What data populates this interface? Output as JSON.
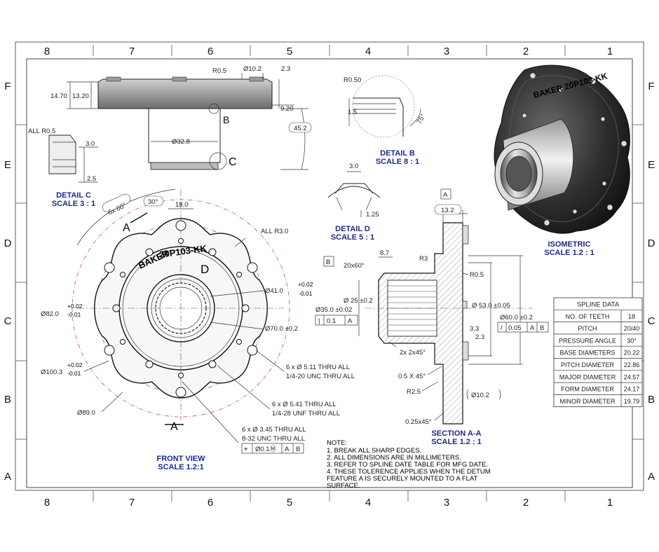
{
  "zones_top": [
    "8",
    "7",
    "6",
    "5",
    "4",
    "3",
    "2",
    "1"
  ],
  "zones_bottom": [
    "8",
    "7",
    "6",
    "5",
    "4",
    "3",
    "2",
    "1"
  ],
  "zones_left": [
    "F",
    "E",
    "D",
    "C",
    "B",
    "A"
  ],
  "zones_right": [
    "F",
    "E",
    "D",
    "C",
    "B",
    "A"
  ],
  "top_view": {
    "dims": {
      "r05": "R0.5",
      "d102": "Ø10.2",
      "d23": "2.3",
      "h1470": "14.70",
      "h1320": "13.20",
      "d920": "9.20",
      "d452": "45.2",
      "d328": "Ø32.8"
    },
    "callout_b": "B",
    "callout_c": "C"
  },
  "detail_c": {
    "all_r": "ALL R0.5",
    "d30": "3.0",
    "d25": "2.5",
    "title": "DETAIL C",
    "scale": "SCALE 3 : 1"
  },
  "detail_b": {
    "r050": "R0.50",
    "d15": "1.5",
    "a75": "75°",
    "title": "DETAIL B",
    "scale": "SCALE 8 : 1"
  },
  "detail_d": {
    "d30": "3.0",
    "d125": "1.25",
    "title": "DETAIL D",
    "scale": "SCALE 5 : 1"
  },
  "front_view": {
    "a_top": "A",
    "a_bottom": "A",
    "callout_d": "D",
    "engraving": "20P103-KK",
    "brand": "BAKER",
    "d6x60": "6x 60°",
    "d30deg": "30°",
    "d180": "18.0",
    "all_r3": "ALL R3.0",
    "d410": "Ø41.0",
    "d410_tol_up": "+0.02",
    "d410_tol_dn": "-0.01",
    "d820": "Ø82.0",
    "d820_tol_up": "+0.02",
    "d820_tol_dn": "-0.01",
    "d700": "Ø70.0 ±0.2",
    "d1003": "Ø100.3",
    "d1003_tol_up": "+0.02",
    "d1003_tol_dn": "-0.01",
    "d890": "Ø89.0",
    "hole1_a": "6 x Ø 5.11 THRU ALL",
    "hole1_b": "1/4-20 UNC THRU ALL",
    "hole2_a": "6 x Ø 5.41 THRU ALL",
    "hole2_b": "1/4-28 UNF THRU ALL",
    "hole3_a": "6 x Ø 3.45 THRU ALL",
    "hole3_b": "8-32 UNC THRU ALL",
    "fcf": [
      "⌖",
      "Ø0.1Ⓜ",
      "A",
      "B"
    ],
    "title": "FRONT VIEW",
    "scale": "SCALE 1.2:1"
  },
  "section": {
    "datum_a": "A",
    "d132": "13.2",
    "datum_b": "B",
    "d20x60": "20x60°",
    "d87": "8.7",
    "r3": "R3",
    "r05": "R0.5",
    "d25": "Ø 25 ±0.2",
    "d350": "Ø35.0 ±0.02",
    "fcf1": [
      "|",
      "0.1",
      "A"
    ],
    "d530": "Ø 53.0 ±0.05",
    "d600": "Ø60.0 ±0.2",
    "fcf2": [
      "/",
      "0.05",
      "A",
      "B"
    ],
    "d33": "3.3",
    "d23": "2.3",
    "d2x45": "2x 2x45°",
    "d05x45": "0.5 X 45°",
    "r25": "R2.5",
    "d102": "Ø10.2",
    "d025x45": "0.25x45°",
    "title": "SECTION A-A",
    "scale": "SCALE 1.2 : 1"
  },
  "iso": {
    "title": "ISOMETRIC",
    "scale": "SCALE 1.2 : 1"
  },
  "spline_table": {
    "title": "SPLINE DATA",
    "rows": [
      [
        "NO. OF TEETH",
        "18"
      ],
      [
        "PITCH",
        "20/40"
      ],
      [
        "PRESSURE ANGLE",
        "30°"
      ],
      [
        "BASE DIAMETERS",
        "20.22"
      ],
      [
        "PITCH DIAMETER",
        "22.86"
      ],
      [
        "MAJOR DIAMETER",
        "24.57"
      ],
      [
        "FORM DIAMETER",
        "24.17"
      ],
      [
        "MINOR DIAMETER",
        "19.79"
      ]
    ]
  },
  "notes": {
    "heading": "NOTE:",
    "lines": [
      "1.    BREAK ALL SHARP EDGES.",
      "2.    ALL DIMENSIONS ARE IN MILLIMETERS.",
      "3.    REFER TO SPLINE DATE TABLE FOR MFG DATE.",
      "4.    THESE TOLERENCE APPLIES WHEN THE DETUM",
      "        FEATURE A IS SECURELY MOUNTED TO A FLAT",
      "        SURFACE."
    ]
  }
}
